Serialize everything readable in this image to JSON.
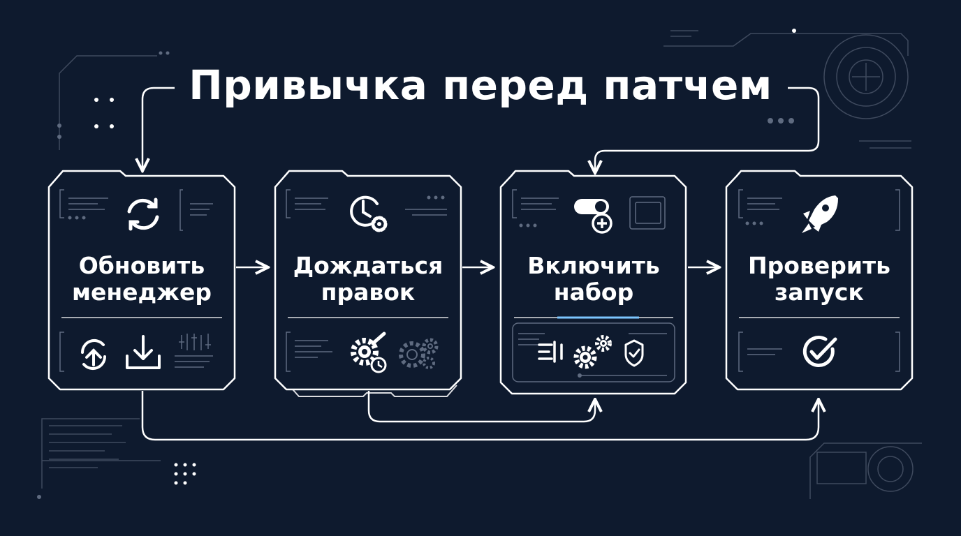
{
  "title": "Привычка перед патчем",
  "colors": {
    "background": "#0e1a2e",
    "line": "#ffffff",
    "muted": "#5f6b80",
    "accent": "#1e9bff"
  },
  "steps": [
    {
      "line1": "Обновить",
      "line2": "менеджер",
      "top_icon": "refresh-icon",
      "bottom_icons": [
        "upload-sync-icon",
        "download-icon",
        "sliders-icon"
      ]
    },
    {
      "line1": "Дождаться",
      "line2": "правок",
      "top_icon": "clock-gear-icon",
      "bottom_icons": [
        "wrench-gear-clock-icon",
        "gears-icon"
      ]
    },
    {
      "line1": "Включить",
      "line2": "набор",
      "top_icon": "toggle-plus-icon",
      "bottom_icons": [
        "filter-icon",
        "gears-icon",
        "shield-check-icon"
      ]
    },
    {
      "line1": "Проверить",
      "line2": "запуск",
      "top_icon": "rocket-icon",
      "bottom_icons": [
        "check-circle-icon"
      ]
    }
  ]
}
